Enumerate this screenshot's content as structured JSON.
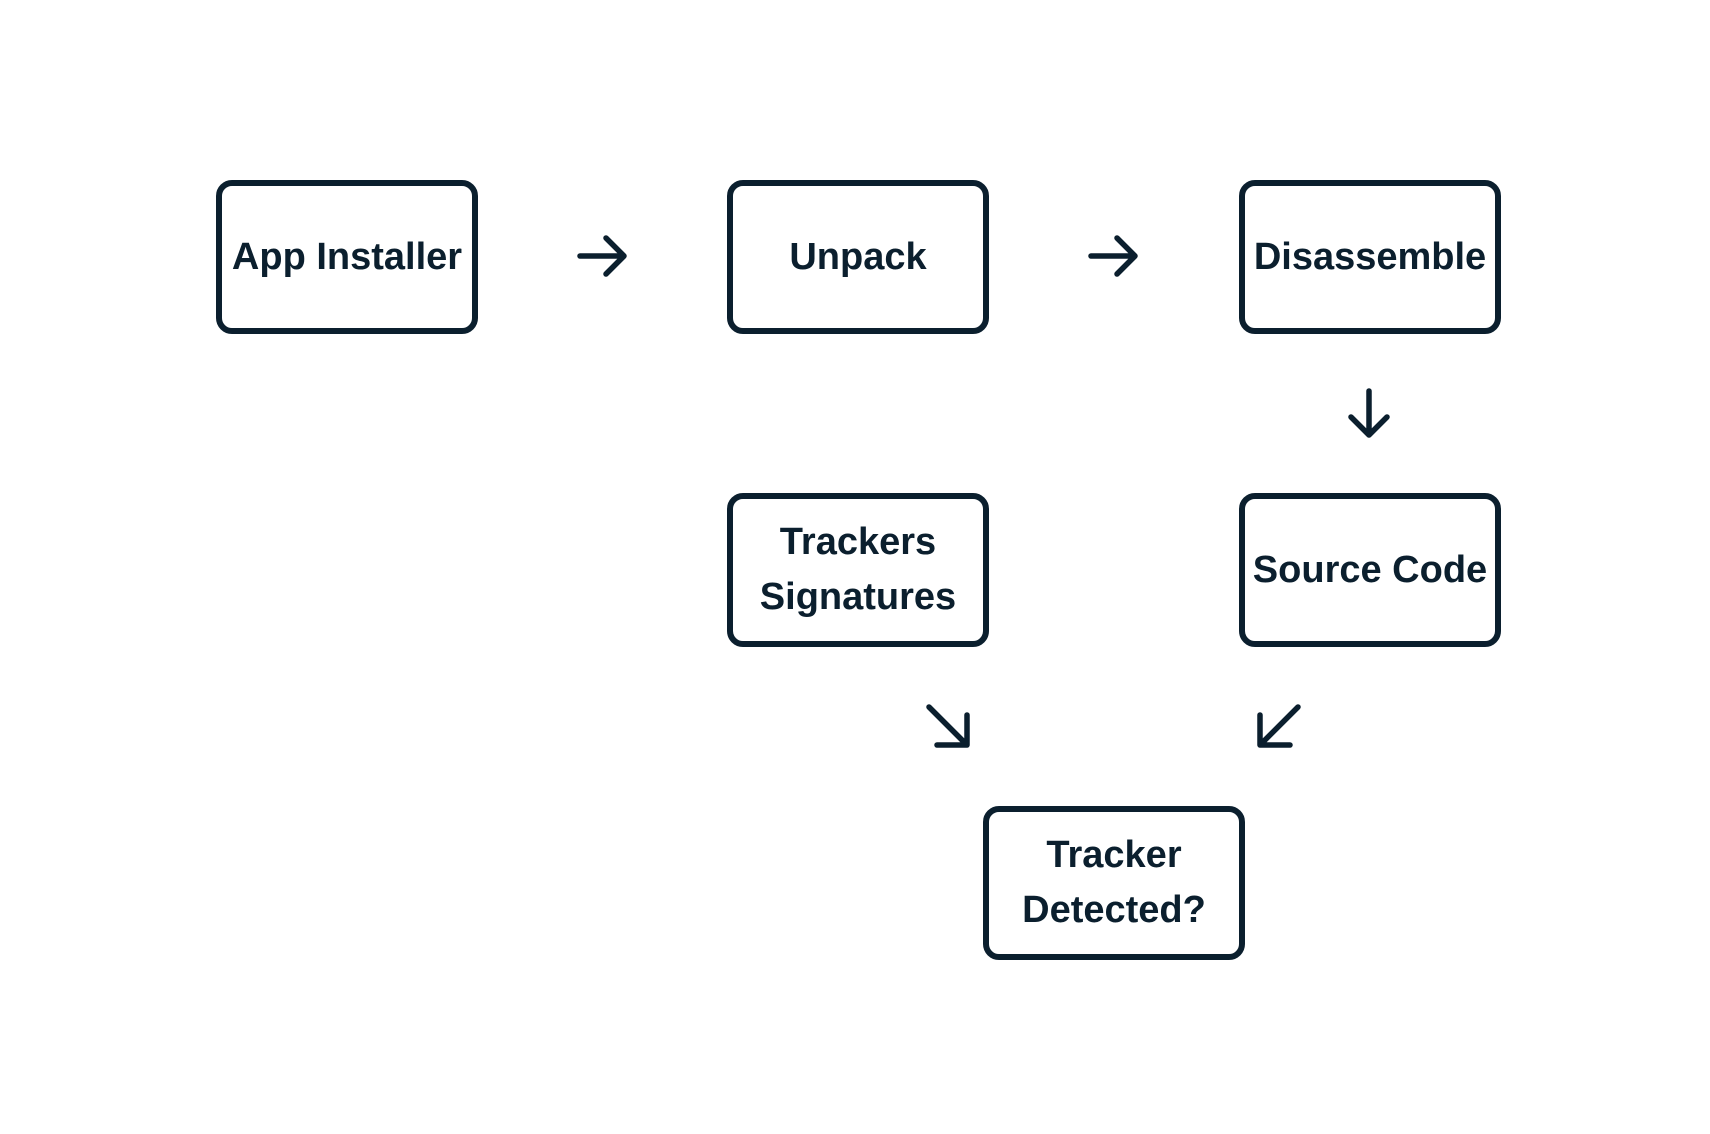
{
  "colors": {
    "stroke": "#0b1f2e",
    "background": "#ffffff"
  },
  "nodes": {
    "app_installer": "App Installer",
    "unpack": "Unpack",
    "disassemble": "Disassemble",
    "trackers_signatures": [
      "Trackers",
      "Signatures"
    ],
    "source_code": "Source Code",
    "tracker_detected": [
      "Tracker",
      "Detected?"
    ]
  },
  "arrows": [
    {
      "name": "arrow-right-icon",
      "from": "App Installer",
      "to": "Unpack"
    },
    {
      "name": "arrow-right-icon",
      "from": "Unpack",
      "to": "Disassemble"
    },
    {
      "name": "arrow-down-icon",
      "from": "Disassemble",
      "to": "Source Code"
    },
    {
      "name": "arrow-down-right-icon",
      "from": "Trackers Signatures",
      "to": "Tracker Detected?"
    },
    {
      "name": "arrow-down-left-icon",
      "from": "Source Code",
      "to": "Tracker Detected?"
    }
  ]
}
